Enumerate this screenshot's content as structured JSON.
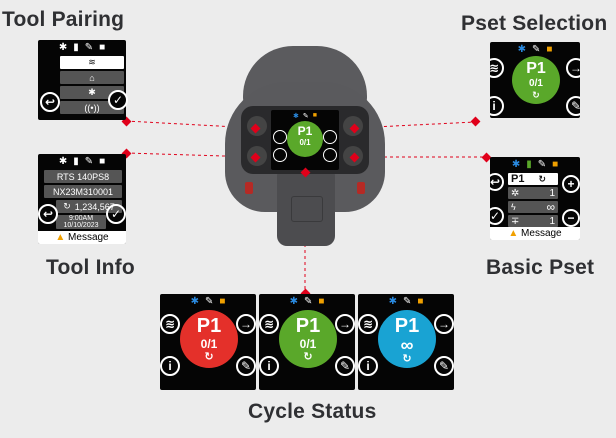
{
  "labels": {
    "tool_pairing": "Tool Pairing",
    "pset_selection": "Pset Selection",
    "tool_info": "Tool Info",
    "basic_pset": "Basic Pset",
    "cycle_status": "Cycle Status"
  },
  "colors": {
    "accent_red": "#e0001a",
    "green": "#5aa82a",
    "red": "#e4302a",
    "blue": "#19a3d3",
    "lock_orange": "#f0a000",
    "bluetooth_blue": "#2a8ae0"
  },
  "pset": {
    "name": "P1",
    "count": "0/1",
    "infinity": "∞"
  },
  "tool_info": {
    "model": "RTS 140PS8",
    "serial": "NX23M310001",
    "cycles": "1,234,567",
    "time": "9:00AM",
    "date": "10/10/2023",
    "message": "Message"
  },
  "basic_pset": {
    "name": "P1",
    "rows": [
      "1",
      "∞",
      "1"
    ],
    "message": "Message"
  },
  "icons": [
    "bluetooth-icon",
    "battery-icon",
    "wrench-icon",
    "lock-icon",
    "wifi-icon",
    "back-arrow-icon",
    "check-icon",
    "info-icon",
    "edit-icon",
    "forward-arrow-icon"
  ]
}
